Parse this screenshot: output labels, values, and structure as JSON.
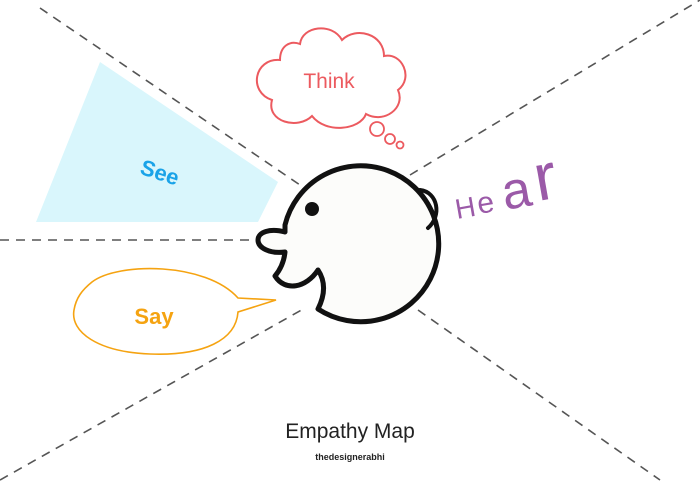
{
  "title": "Empathy Map",
  "credit": "thedesignerabhi",
  "quadrants": {
    "think": {
      "label": "Think",
      "color": "#ec5a5f"
    },
    "see": {
      "label": "See",
      "color": "#1aa3e8",
      "fill": "#d9f6fc"
    },
    "say": {
      "label": "Say",
      "color": "#f5a311"
    },
    "hear": {
      "letters": [
        "H",
        "e",
        "a",
        "r"
      ],
      "color": "#9b5aa8"
    }
  },
  "colors": {
    "line": "#555555",
    "head_outline": "#111111",
    "head_fill": "#fcfcfa"
  }
}
